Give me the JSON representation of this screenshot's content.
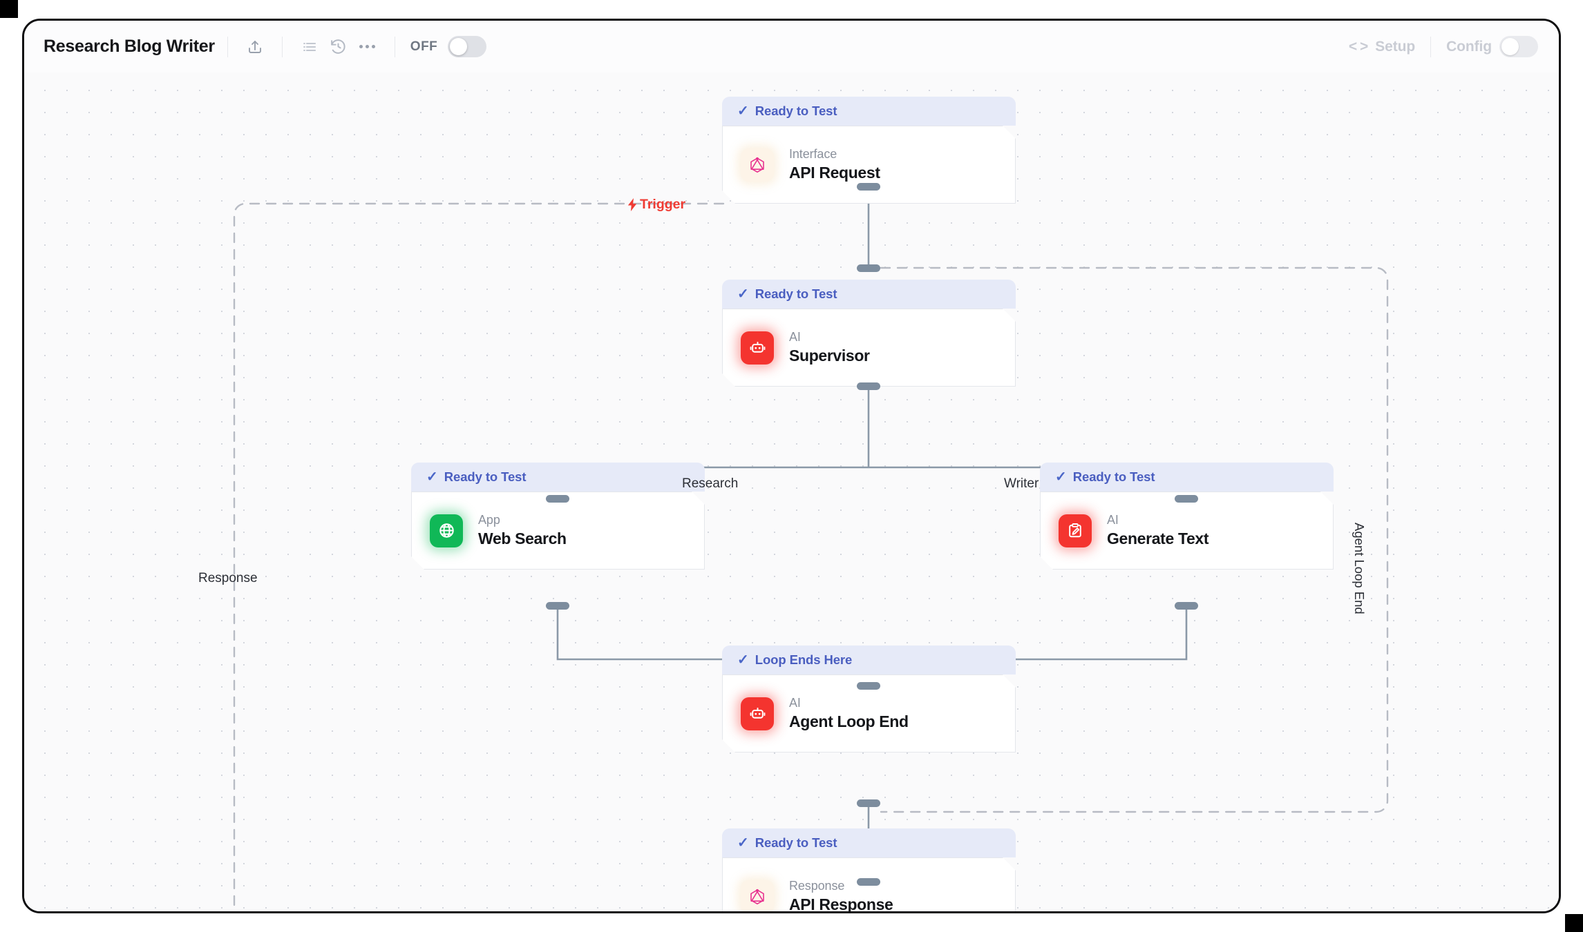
{
  "header": {
    "title": "Research Blog Writer",
    "icons": [
      {
        "name": "upload-icon",
        "label": "Upload"
      },
      {
        "name": "list-icon",
        "label": "List"
      },
      {
        "name": "history-icon",
        "label": "History"
      },
      {
        "name": "more-options-icon",
        "label": "More"
      }
    ],
    "workflow_state_label": "OFF",
    "workflow_state_on": false,
    "setup_label": "Setup",
    "setup_glyph": "< >",
    "config_label": "Config",
    "config_on": false
  },
  "canvas": {
    "trigger_label": "Trigger",
    "response_label": "Response",
    "agent_loop_end_label": "Agent Loop End",
    "branch_labels": {
      "left": "Research",
      "right": "Writer"
    }
  },
  "colors": {
    "status_badge_bg": "#e6eaf8",
    "status_badge_text": "#4a5ec0",
    "ai_icon": "#f4342f",
    "app_icon": "#10b857",
    "interface_icon": "#e8318f",
    "trigger_text": "#ef3b33",
    "connector": "#7d8d9e",
    "loop_dash": "#b7bbc4"
  },
  "nodes": [
    {
      "id": "api-request",
      "status": "Ready to Test",
      "kind": "Interface",
      "name": "API Request",
      "icon": "graphql-icon",
      "icon_style": "pinkfaint"
    },
    {
      "id": "supervisor",
      "status": "Ready to Test",
      "kind": "AI",
      "name": "Supervisor",
      "icon": "robot-icon",
      "icon_style": "red"
    },
    {
      "id": "web-search",
      "status": "Ready to Test",
      "kind": "App",
      "name": "Web Search",
      "icon": "globe-icon",
      "icon_style": "green"
    },
    {
      "id": "generate-text",
      "status": "Ready to Test",
      "kind": "AI",
      "name": "Generate Text",
      "icon": "clipboard-pencil-icon",
      "icon_style": "red"
    },
    {
      "id": "agent-loop-end",
      "status": "Loop Ends Here",
      "kind": "AI",
      "name": "Agent Loop End",
      "icon": "robot-icon",
      "icon_style": "red"
    },
    {
      "id": "api-response",
      "status": "Ready to Test",
      "kind": "Response",
      "name": "API Response",
      "icon": "graphql-icon",
      "icon_style": "pinkfaint"
    }
  ]
}
